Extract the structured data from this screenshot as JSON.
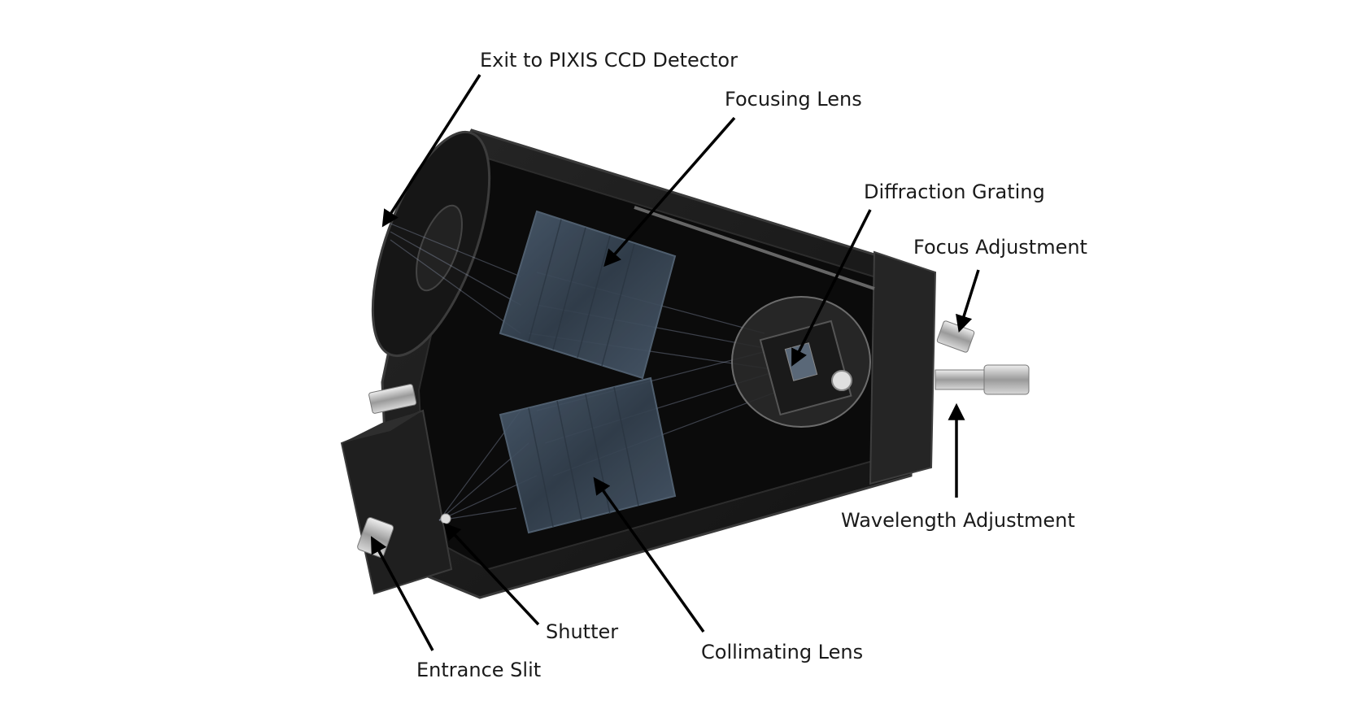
{
  "labels": {
    "exit": "Exit to PIXIS CCD Detector",
    "focusing_lens": "Focusing Lens",
    "diffraction_grating": "Diffraction Grating",
    "focus_adjustment": "Focus Adjustment",
    "wavelength_adjustment": "Wavelength Adjustment",
    "collimating_lens": "Collimating Lens",
    "shutter": "Shutter",
    "entrance_slit": "Entrance Slit"
  },
  "colors": {
    "housing": "#1c1c1c",
    "housing_edge": "#3a3a3a",
    "interior": "#0a0a0a",
    "lens": "#3d4c5c",
    "beam": "#9aa7c4",
    "arrow": "#000000",
    "text": "#1a1a1a"
  }
}
